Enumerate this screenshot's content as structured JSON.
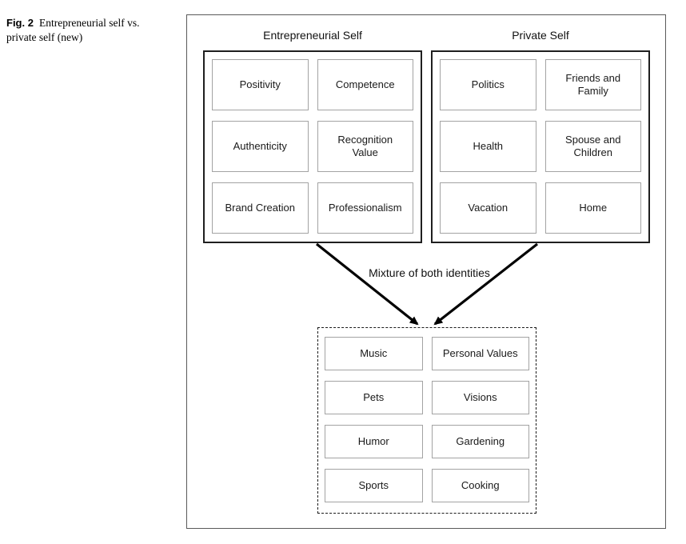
{
  "caption": {
    "label": "Fig. 2",
    "text": "Entrepreneurial self vs. private self (new)"
  },
  "figure": {
    "groups": [
      {
        "title": "Entrepreneurial Self",
        "items": [
          "Positivity",
          "Competence",
          "Authenticity",
          "Recognition Value",
          "Brand Creation",
          "Professionalism"
        ]
      },
      {
        "title": "Private Self",
        "items": [
          "Politics",
          "Friends and Family",
          "Health",
          "Spouse and Children",
          "Vacation",
          "Home"
        ]
      }
    ],
    "arrow_label": "Mixture of both identities",
    "mixture_items": [
      "Music",
      "Personal Values",
      "Pets",
      "Visions",
      "Humor",
      "Gardening",
      "Sports",
      "Cooking"
    ]
  },
  "colors": {
    "text": "#1a1a1a",
    "outer_border": "#5a5a5a",
    "group_border": "#1f1f1f",
    "cell_border": "#a3a3a3",
    "dashed_border": "#1a1a1a",
    "arrow": "#000000"
  }
}
